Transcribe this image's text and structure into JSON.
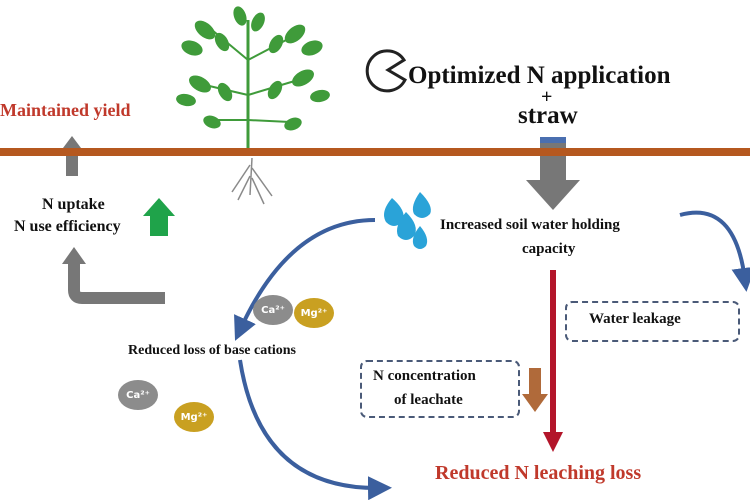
{
  "title": {
    "main": "Optimized  N application",
    "plus": "+",
    "sub": "straw"
  },
  "yield": {
    "label": "Maintained yield"
  },
  "uptake": {
    "line1": "N uptake",
    "line2": "N use efficiency"
  },
  "water": {
    "holding_line1": "Increased soil water holding",
    "holding_line2": "capacity",
    "leakage": "Water leakage"
  },
  "cations": {
    "label": "Reduced loss of base cations",
    "ca": "Ca²⁺",
    "mg": "Mg²⁺"
  },
  "leachate": {
    "line1": "N concentration",
    "line2": "of leachate"
  },
  "leaching": {
    "label": "Reduced N leaching loss"
  },
  "colors": {
    "soil_line": "#b5581f",
    "highlight_red": "#c0392b",
    "arrow_gray": "#777777",
    "arrow_green": "#1fa34a",
    "arrow_blue": "#3b5f9e",
    "arrow_brown": "#b06a3a",
    "water_drop": "#2aa3d8",
    "plant_green": "#3f9b3a",
    "ca_ion": "#8c8c8c",
    "mg_ion": "#c9a021"
  }
}
